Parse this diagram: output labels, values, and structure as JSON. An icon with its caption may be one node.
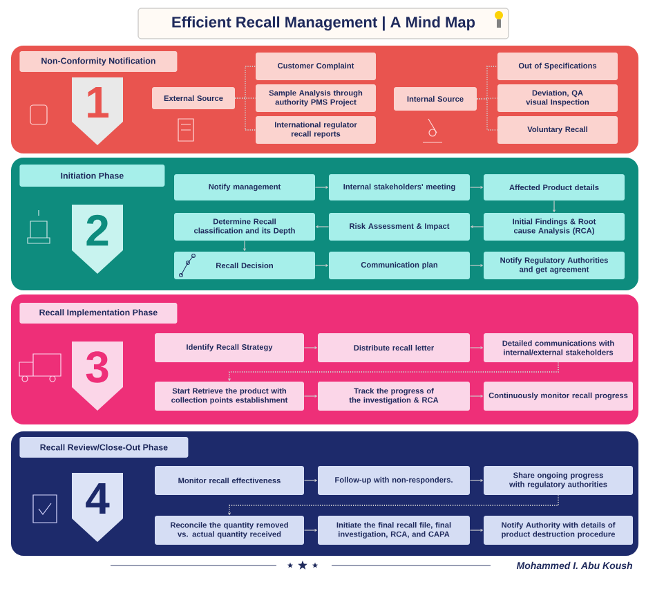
{
  "diagram": {
    "title": "Efficient Recall Management | A Mind Map",
    "nodes": [
      {
        "text": [
          "Non-Conformity Notification"
        ]
      },
      {
        "text": [
          "1"
        ],
        "in": 0
      },
      {
        "text": [
          "External Source"
        ],
        "in": 0
      },
      {
        "text": [
          "Customer Complaint"
        ],
        "in": 0
      },
      {
        "text": [
          "Sample Analysis through authority PMS Project"
        ],
        "in": 0
      },
      {
        "text": [
          "International regulator recall reports"
        ],
        "in": 0
      },
      {
        "text": [
          "Internal Source"
        ],
        "in": 0
      },
      {
        "text": [
          "Out of Specifications"
        ],
        "in": 0
      },
      {
        "text": [
          "Deviation, QA visual Inspection"
        ],
        "in": 0
      },
      {
        "text": [
          "Voluntary Recall"
        ],
        "in": 0
      },
      {
        "text": [
          "Initiation Phase"
        ]
      },
      {
        "text": [
          "2"
        ],
        "in": 10
      },
      {
        "text": [
          "Notify management"
        ],
        "in": 10
      },
      {
        "text": [
          "Internal stakeholders' meeting"
        ],
        "in": 10
      },
      {
        "text": [
          "Affected Product details"
        ],
        "in": 10
      },
      {
        "text": [
          "Determine Recall classification and its Depth"
        ],
        "in": 10
      },
      {
        "text": [
          "Risk Assessment & Impact"
        ],
        "in": 10
      },
      {
        "text": [
          "Initial Findings & Root cause Analysis (RCA)"
        ],
        "in": 10
      },
      {
        "text": [
          "Recall Decision"
        ],
        "in": 10
      },
      {
        "text": [
          "Communication plan"
        ],
        "in": 10
      },
      {
        "text": [
          "Notify Regulatory Authorities and get agreement"
        ],
        "in": 10
      },
      {
        "text": [
          "Recall Implementation Phase"
        ]
      },
      {
        "text": [
          "3"
        ],
        "in": 21
      },
      {
        "text": [
          "Identify Recall Strategy"
        ],
        "in": 21
      },
      {
        "text": [
          "Distribute recall letter"
        ],
        "in": 21
      },
      {
        "text": [
          "Detailed communications with internal/external stakeholders"
        ],
        "in": 21
      },
      {
        "text": [
          "Start Retrieve the product with collection points establishment"
        ],
        "in": 21
      },
      {
        "text": [
          "Track the progress of the investigation & RCA"
        ],
        "in": 21
      },
      {
        "text": [
          "Continuously monitor recall progress"
        ],
        "in": 21
      },
      {
        "text": [
          "Recall Review/Close-Out Phase"
        ]
      },
      {
        "text": [
          "4"
        ],
        "in": 29
      },
      {
        "text": [
          "Monitor recall effectiveness"
        ],
        "in": 29
      },
      {
        "text": [
          "Follow-up with non-responders."
        ],
        "in": 29
      },
      {
        "text": [
          "Share ongoing progress with regulatory authorities"
        ],
        "in": 29
      },
      {
        "text": [
          "Reconcile the quantity removed vs. actual quantity received"
        ],
        "in": 29
      },
      {
        "text": [
          "Initiate the final recall file, final investigation, RCA, and CAPA"
        ],
        "in": 29
      },
      {
        "text": [
          "Notify Authority with details of product destruction procedure"
        ],
        "in": 29
      }
    ],
    "edges": [
      {
        "from": 2,
        "to": 3,
        "arrow": "none",
        "style": "dashed"
      },
      {
        "from": 2,
        "to": 4,
        "arrow": "none",
        "style": "dashed"
      },
      {
        "from": 2,
        "to": 5,
        "arrow": "none",
        "style": "dashed"
      },
      {
        "from": 6,
        "to": 7,
        "arrow": "none",
        "style": "dashed"
      },
      {
        "from": 6,
        "to": 8,
        "arrow": "none",
        "style": "dashed"
      },
      {
        "from": 6,
        "to": 9,
        "arrow": "none",
        "style": "dashed"
      },
      {
        "from": 12,
        "to": 13,
        "arrow": "to"
      },
      {
        "from": 13,
        "to": 14,
        "arrow": "to"
      },
      {
        "from": 14,
        "to": 17,
        "arrow": "to"
      },
      {
        "from": 17,
        "to": 16,
        "arrow": "to"
      },
      {
        "from": 16,
        "to": 15,
        "arrow": "to"
      },
      {
        "from": 15,
        "to": 18,
        "arrow": "to"
      },
      {
        "from": 18,
        "to": 19,
        "arrow": "to"
      },
      {
        "from": 19,
        "to": 20,
        "arrow": "to"
      },
      {
        "from": 23,
        "to": 24,
        "arrow": "to"
      },
      {
        "from": 24,
        "to": 25,
        "arrow": "to"
      },
      {
        "from": 25,
        "to": 26,
        "arrow": "to",
        "style": "dashed"
      },
      {
        "from": 26,
        "to": 27,
        "arrow": "to"
      },
      {
        "from": 27,
        "to": 28,
        "arrow": "to"
      },
      {
        "from": 31,
        "to": 32,
        "arrow": "to"
      },
      {
        "from": 32,
        "to": 33,
        "arrow": "to"
      },
      {
        "from": 33,
        "to": 34,
        "arrow": "to",
        "style": "dashed"
      },
      {
        "from": 34,
        "to": 35,
        "arrow": "to"
      },
      {
        "from": 35,
        "to": 36,
        "arrow": "to"
      }
    ],
    "labels": [
      "Mohammed I. Abu Koush"
    ]
  }
}
